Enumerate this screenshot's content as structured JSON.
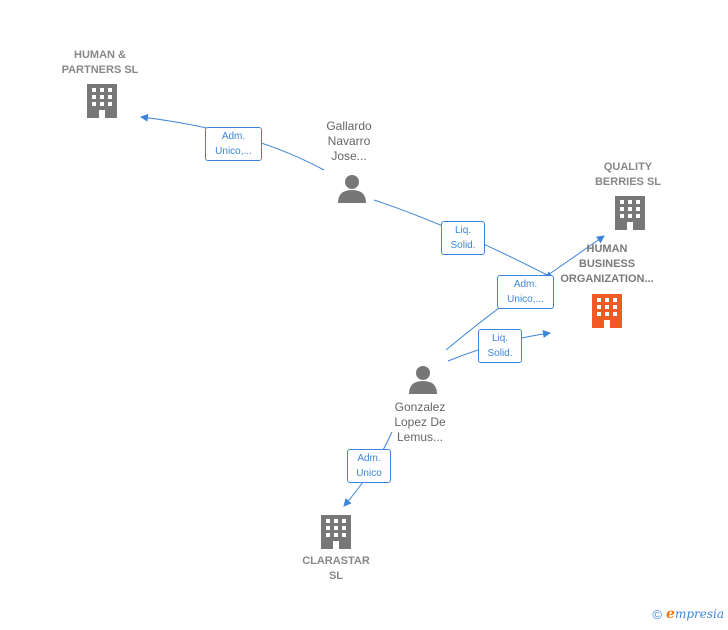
{
  "colors": {
    "edge": "#3d85d8",
    "company": "#777777",
    "company_primary": "#f15a24",
    "person": "#777777"
  },
  "nodes": {
    "human_partners": {
      "line1": "HUMAN &",
      "line2": "PARTNERS  SL",
      "icon": "building-icon"
    },
    "quality_berries": {
      "line1": "QUALITY",
      "line2": "BERRIES  SL",
      "icon": "building-icon"
    },
    "human_business": {
      "line1": "HUMAN",
      "line2": "BUSINESS",
      "line3": "ORGANIZATION...",
      "icon": "building-icon"
    },
    "clarastar": {
      "line1": "CLARASTAR",
      "line2": "SL",
      "icon": "building-icon"
    },
    "gallardo": {
      "line1": "Gallardo",
      "line2": "Navarro",
      "line3": "Jose...",
      "icon": "person-icon"
    },
    "gonzalez": {
      "line1": "Gonzalez",
      "line2": "Lopez De",
      "line3": "Lemus...",
      "icon": "person-icon"
    }
  },
  "edges": {
    "adm_unico_1": {
      "line1": "Adm.",
      "line2": "Unico,..."
    },
    "liq_solid_1": {
      "line1": "Liq.",
      "line2": "Solid."
    },
    "adm_unico_2": {
      "line1": "Adm.",
      "line2": "Unico,..."
    },
    "liq_solid_2": {
      "line1": "Liq.",
      "line2": "Solid."
    },
    "adm_unico_3": {
      "line1": "Adm.",
      "line2": "Unico"
    }
  },
  "footer": {
    "copyright": "©",
    "brand_first": "e",
    "brand_rest": "mpresia"
  }
}
